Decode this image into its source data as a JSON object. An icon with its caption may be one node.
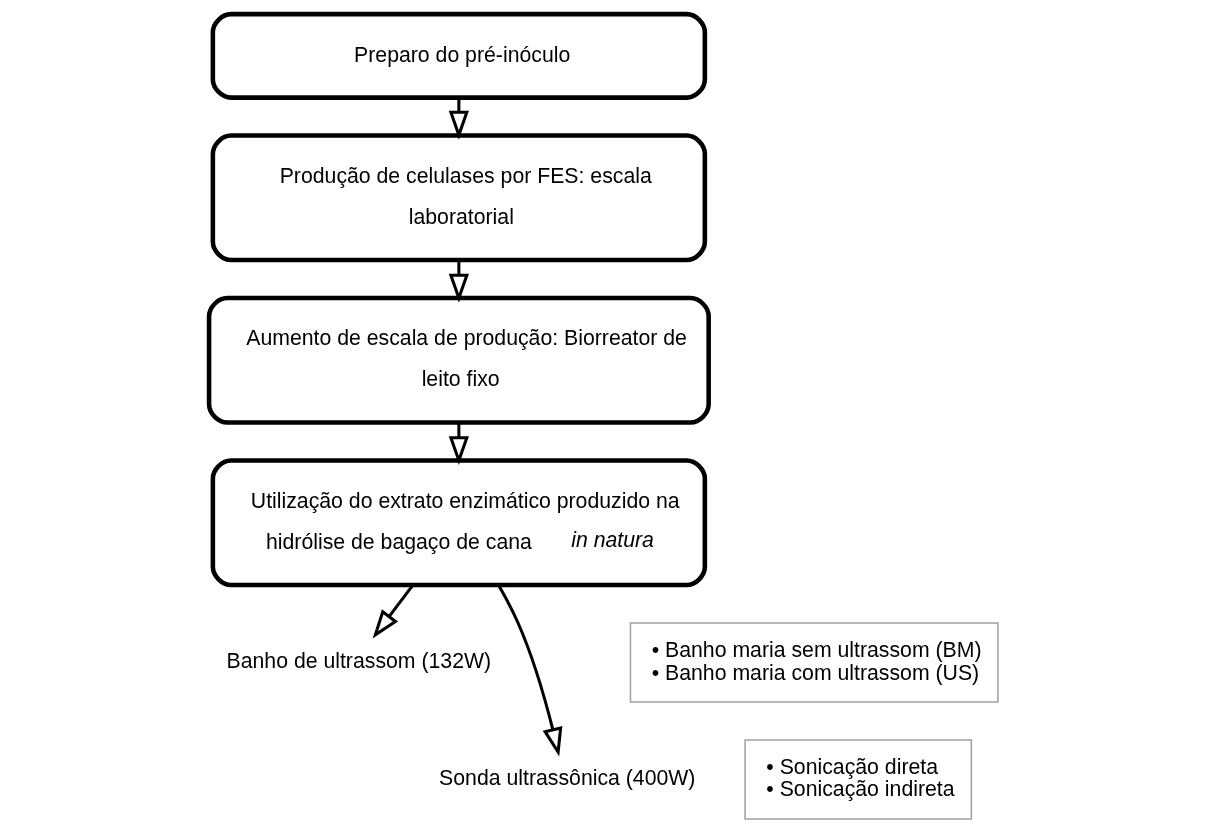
{
  "diagram": {
    "nodes": [
      {
        "text": [
          "Preparo do pré-inóculo"
        ]
      },
      {
        "text": [
          "Produção de celulases por FES: escala laboratorial"
        ]
      },
      {
        "text": [
          "Aumento de escala de produção: Biorreator de leito fixo"
        ]
      },
      {
        "text": [
          "Utilização do extrato enzimático produzido na hidrólise de bagaço de cana *in natura*"
        ]
      },
      {
        "text": [
          "Banho de ultrassom (132W)"
        ]
      },
      {
        "text": [
          "• Banho maria sem ultrassom (BM)",
          "• Banho maria com ultrassom (US)"
        ]
      },
      {
        "text": [
          "Sonda ultrassônica (400W)"
        ]
      },
      {
        "text": [
          "• Sonicação direta",
          "• Sonicação indireta"
        ]
      }
    ],
    "edges": [
      {
        "from": 0,
        "to": 1,
        "arrow": "to"
      },
      {
        "from": 1,
        "to": 2,
        "arrow": "to"
      },
      {
        "from": 2,
        "to": 3,
        "arrow": "to"
      },
      {
        "from": 3,
        "to": 4,
        "arrow": "to"
      },
      {
        "from": 3,
        "to": 6,
        "arrow": "to"
      }
    ]
  }
}
